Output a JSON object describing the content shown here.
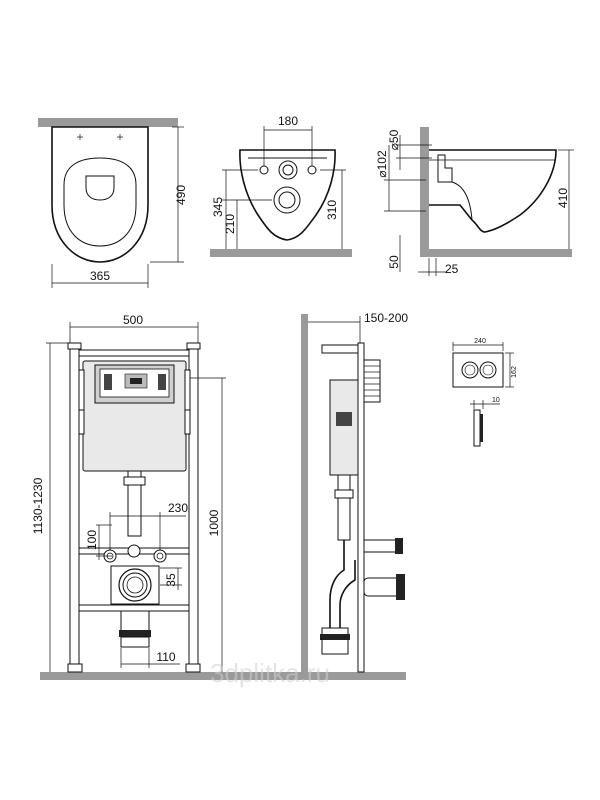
{
  "dimensions": {
    "bowl_width": "365",
    "bowl_length": "490",
    "front_hole_spacing": "180",
    "front_height_total": "345",
    "front_inlet_height": "210",
    "front_outlet_height": "310",
    "side_inlet_dia": "⌀50",
    "side_outlet_dia": "⌀102",
    "side_bottom": "50",
    "side_wall_offset": "25",
    "side_height": "410",
    "frame_width": "500",
    "frame_height": "1130-1230",
    "frame_floor_height": "1000",
    "bolt_spacing": "230",
    "bolt_height": "100",
    "outlet_offset": "35",
    "drain_width": "110",
    "wall_depth": "150-200",
    "button_width": "240",
    "button_height": "162",
    "button_depth": "10"
  },
  "watermark": "3dplitka.ru"
}
